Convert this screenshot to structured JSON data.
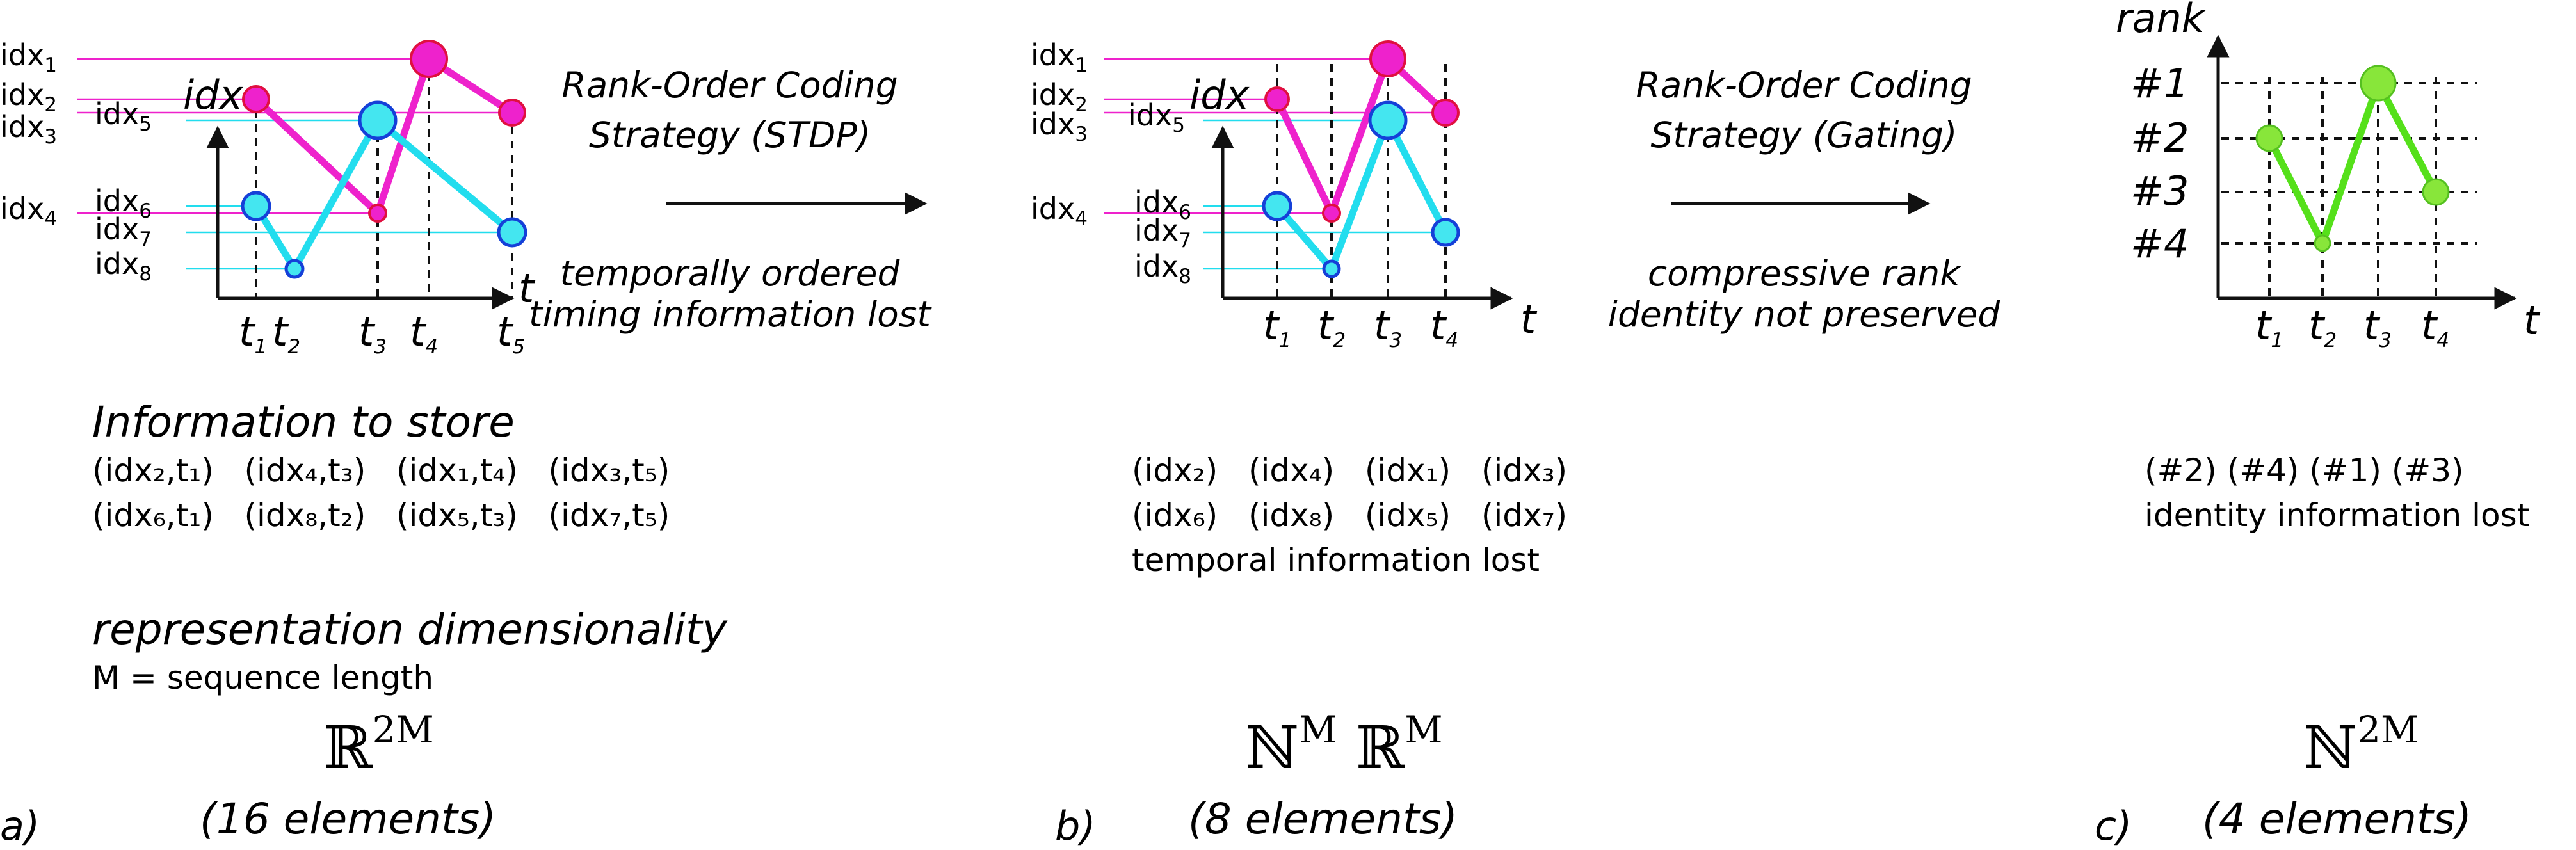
{
  "colors": {
    "magenta": "#ee22cc",
    "cyan": "#22ddee",
    "cyan_fill": "#44e6f0",
    "blue_stroke": "#1540d8",
    "red_stroke": "#e01040",
    "green": "#55e01a",
    "green_fill": "#88e63a",
    "axis": "#111111"
  },
  "panel_a": {
    "label": "a)",
    "y_axis": "idx",
    "x_axis": "t",
    "left_labels": [
      {
        "base": "idx",
        "sub": "1"
      },
      {
        "base": "idx",
        "sub": "2"
      },
      {
        "base": "idx",
        "sub": "3"
      },
      {
        "base": "idx",
        "sub": "4"
      }
    ],
    "inner_labels": [
      {
        "base": "idx",
        "sub": "5"
      },
      {
        "base": "idx",
        "sub": "6"
      },
      {
        "base": "idx",
        "sub": "7"
      },
      {
        "base": "idx",
        "sub": "8"
      }
    ],
    "times": [
      {
        "base": "t",
        "sub": "1"
      },
      {
        "base": "t",
        "sub": "2"
      },
      {
        "base": "t",
        "sub": "3"
      },
      {
        "base": "t",
        "sub": "4"
      },
      {
        "base": "t",
        "sub": "5"
      }
    ],
    "info_title": "Information to store",
    "info_row1": "(idx₂,t₁)   (idx₄,t₃)   (idx₁,t₄)   (idx₃,t₅)",
    "info_row2": "(idx₆,t₁)   (idx₈,t₂)   (idx₅,t₃)   (idx₇,t₅)",
    "dim_title": "representation dimensionality",
    "dim_note": "M = sequence length",
    "dim_set": "ℝ",
    "dim_exp": "2M",
    "count": "(16 elements)"
  },
  "arrow1": {
    "title_line1": "Rank-Order Coding",
    "title_line2": "Strategy (STDP)",
    "note_line1": "temporally ordered",
    "note_line2": "timing information lost"
  },
  "panel_b": {
    "label": "b)",
    "y_axis": "idx",
    "x_axis": "t",
    "left_labels": [
      {
        "base": "idx",
        "sub": "1"
      },
      {
        "base": "idx",
        "sub": "2"
      },
      {
        "base": "idx",
        "sub": "3"
      },
      {
        "base": "idx",
        "sub": "4"
      }
    ],
    "inner_labels": [
      {
        "base": "idx",
        "sub": "5"
      },
      {
        "base": "idx",
        "sub": "6"
      },
      {
        "base": "idx",
        "sub": "7"
      },
      {
        "base": "idx",
        "sub": "8"
      }
    ],
    "times": [
      {
        "base": "t",
        "sub": "1"
      },
      {
        "base": "t",
        "sub": "2"
      },
      {
        "base": "t",
        "sub": "3"
      },
      {
        "base": "t",
        "sub": "4"
      }
    ],
    "info_row1": "(idx₂)   (idx₄)   (idx₁)   (idx₃)",
    "info_row2": "(idx₆)   (idx₈)   (idx₅)   (idx₇)",
    "info_row3": "temporal information lost",
    "dim_set1": "ℕ",
    "dim_exp1": "M",
    "dim_set2": "ℝ",
    "dim_exp2": "M",
    "count": "(8 elements)"
  },
  "arrow2": {
    "title_line1": "Rank-Order Coding",
    "title_line2": "Strategy (Gating)",
    "note_line1": "compressive rank",
    "note_line2": "identity not preserved"
  },
  "panel_c": {
    "label": "c)",
    "y_axis": "rank",
    "x_axis": "t",
    "ranks": [
      "#1",
      "#2",
      "#3",
      "#4"
    ],
    "times": [
      {
        "base": "t",
        "sub": "1"
      },
      {
        "base": "t",
        "sub": "2"
      },
      {
        "base": "t",
        "sub": "3"
      },
      {
        "base": "t",
        "sub": "4"
      }
    ],
    "info_row1": "(#2) (#4) (#1) (#3)",
    "info_row2": "identity information lost",
    "dim_set": "ℕ",
    "dim_exp": "2M",
    "count": "(4 elements)"
  }
}
